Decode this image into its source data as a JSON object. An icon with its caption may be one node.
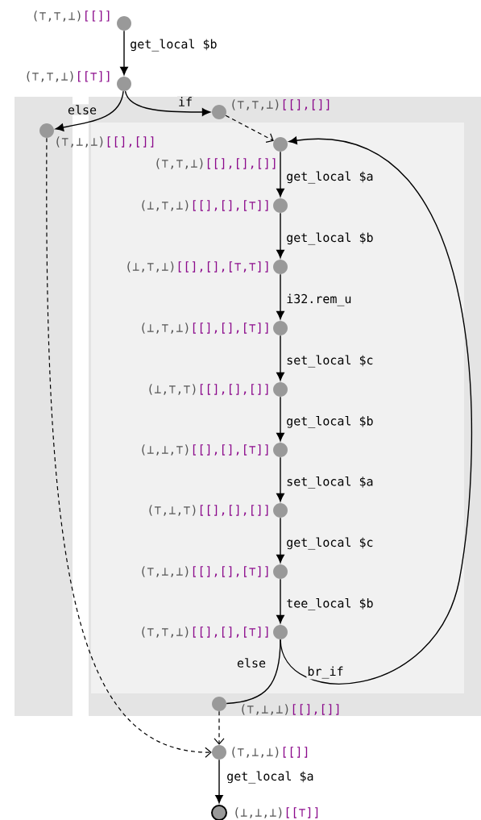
{
  "diagram": {
    "nodes": [
      {
        "text": [],
        "shape": "circle",
        "beside": [
          "(⊤,⊤,⊥)",
          "[[]]"
        ]
      },
      {
        "text": [],
        "shape": "circle",
        "beside": [
          "(⊤,⊤,⊥)",
          "[[⊤]]"
        ]
      },
      {
        "text": [],
        "shape": "box"
      },
      {
        "text": [],
        "shape": "circle",
        "in": 2,
        "beside": [
          "(⊤,⊥,⊥)",
          "[[],[]]"
        ]
      },
      {
        "text": [],
        "shape": "box"
      },
      {
        "text": [],
        "shape": "circle",
        "in": 4,
        "beside": [
          "(⊤,⊤,⊥)",
          "[[],[]]"
        ]
      },
      {
        "text": [],
        "shape": "box",
        "in": 4
      },
      {
        "text": [],
        "shape": "circle",
        "in": 6,
        "beside": [
          "(⊤,⊤,⊥)",
          "[[],[],[]]"
        ]
      },
      {
        "text": [],
        "shape": "circle",
        "in": 6,
        "beside": [
          "(⊥,⊤,⊥)",
          "[[],[],[⊤]]"
        ]
      },
      {
        "text": [],
        "shape": "circle",
        "in": 6,
        "beside": [
          "(⊥,⊤,⊥)",
          "[[],[],[⊤,⊤]]"
        ]
      },
      {
        "text": [],
        "shape": "circle",
        "in": 6,
        "beside": [
          "(⊥,⊤,⊥)",
          "[[],[],[⊤]]"
        ]
      },
      {
        "text": [],
        "shape": "circle",
        "in": 6,
        "beside": [
          "(⊥,⊤,⊤)",
          "[[],[],[]]"
        ]
      },
      {
        "text": [],
        "shape": "circle",
        "in": 6,
        "beside": [
          "(⊥,⊥,⊤)",
          "[[],[],[⊤]]"
        ]
      },
      {
        "text": [],
        "shape": "circle",
        "in": 6,
        "beside": [
          "(⊤,⊥,⊤)",
          "[[],[],[]]"
        ]
      },
      {
        "text": [],
        "shape": "circle",
        "in": 6,
        "beside": [
          "(⊤,⊥,⊥)",
          "[[],[],[⊤]]"
        ]
      },
      {
        "text": [],
        "shape": "circle",
        "in": 6,
        "beside": [
          "(⊤,⊤,⊥)",
          "[[],[],[⊤]]"
        ]
      },
      {
        "text": [],
        "shape": "circle",
        "in": 4,
        "beside": [
          "(⊤,⊥,⊥)",
          "[[],[]]"
        ]
      },
      {
        "text": [],
        "shape": "circle",
        "beside": [
          "(⊤,⊥,⊥)",
          "[[]]"
        ]
      },
      {
        "text": [],
        "shape": "circle",
        "beside": [
          "(⊥,⊥,⊥)",
          "[[⊤]]"
        ]
      }
    ],
    "edges": [
      {
        "from": 0,
        "to": 1,
        "arrow": "to",
        "label": "get_local $b"
      },
      {
        "from": 1,
        "to": 3,
        "arrow": "to",
        "label": "else"
      },
      {
        "from": 1,
        "to": 5,
        "arrow": "to",
        "label": "if"
      },
      {
        "from": 5,
        "to": 7,
        "arrow": "to",
        "style": "dashed"
      },
      {
        "from": 7,
        "to": 8,
        "arrow": "to",
        "label": "get_local $a"
      },
      {
        "from": 8,
        "to": 9,
        "arrow": "to",
        "label": "get_local $b"
      },
      {
        "from": 9,
        "to": 10,
        "arrow": "to",
        "label": "i32.rem_u"
      },
      {
        "from": 10,
        "to": 11,
        "arrow": "to",
        "label": "set_local $c"
      },
      {
        "from": 11,
        "to": 12,
        "arrow": "to",
        "label": "get_local $b"
      },
      {
        "from": 12,
        "to": 13,
        "arrow": "to",
        "label": "set_local $a"
      },
      {
        "from": 13,
        "to": 14,
        "arrow": "to",
        "label": "get_local $c"
      },
      {
        "from": 14,
        "to": 15,
        "arrow": "to",
        "label": "tee_local $b"
      },
      {
        "from": 15,
        "to": 16,
        "arrow": "none",
        "label": "else"
      },
      {
        "from": 15,
        "to": 7,
        "arrow": "to",
        "label": "br_if"
      },
      {
        "from": 3,
        "to": 17,
        "arrow": "to",
        "style": "dashed"
      },
      {
        "from": 16,
        "to": 17,
        "arrow": "to",
        "style": "dashed"
      },
      {
        "from": 17,
        "to": 18,
        "arrow": "to",
        "label": "get_local $a"
      }
    ]
  }
}
